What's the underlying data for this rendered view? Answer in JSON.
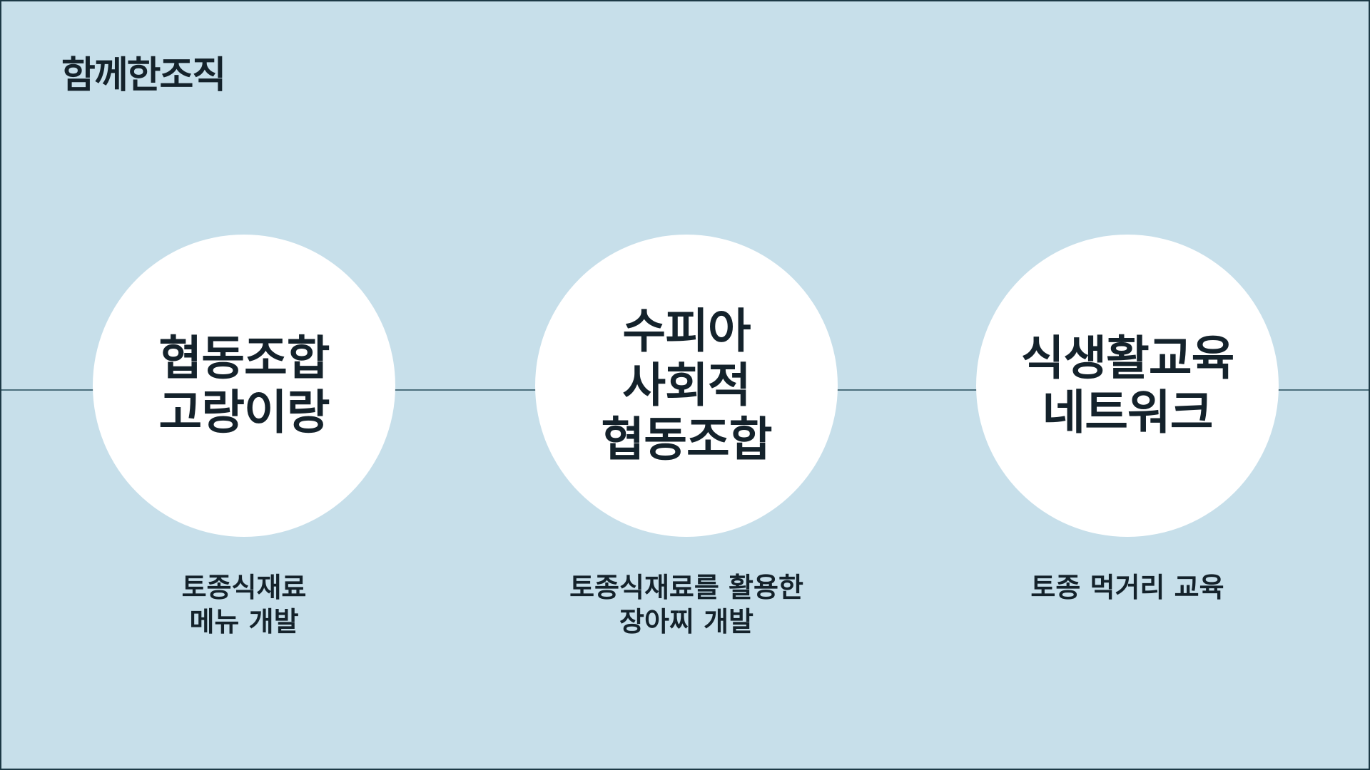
{
  "slide": {
    "title": "함께한조직"
  },
  "organizations": [
    {
      "name_lines": [
        "협동조합",
        "고랑이랑"
      ],
      "desc_lines": [
        "토종식재료",
        "메뉴 개발"
      ]
    },
    {
      "name_lines": [
        "수피아",
        "사회적",
        "협동조합"
      ],
      "desc_lines": [
        "토종식재료를 활용한",
        "장아찌 개발"
      ]
    },
    {
      "name_lines": [
        "식생활교육",
        "네트워크"
      ],
      "desc_lines": [
        "토종 먹거리 교육"
      ]
    }
  ],
  "colors": {
    "background": "#c7dfea",
    "circle": "#ffffff",
    "text": "#14222b",
    "connector": "#4c6f7c"
  }
}
